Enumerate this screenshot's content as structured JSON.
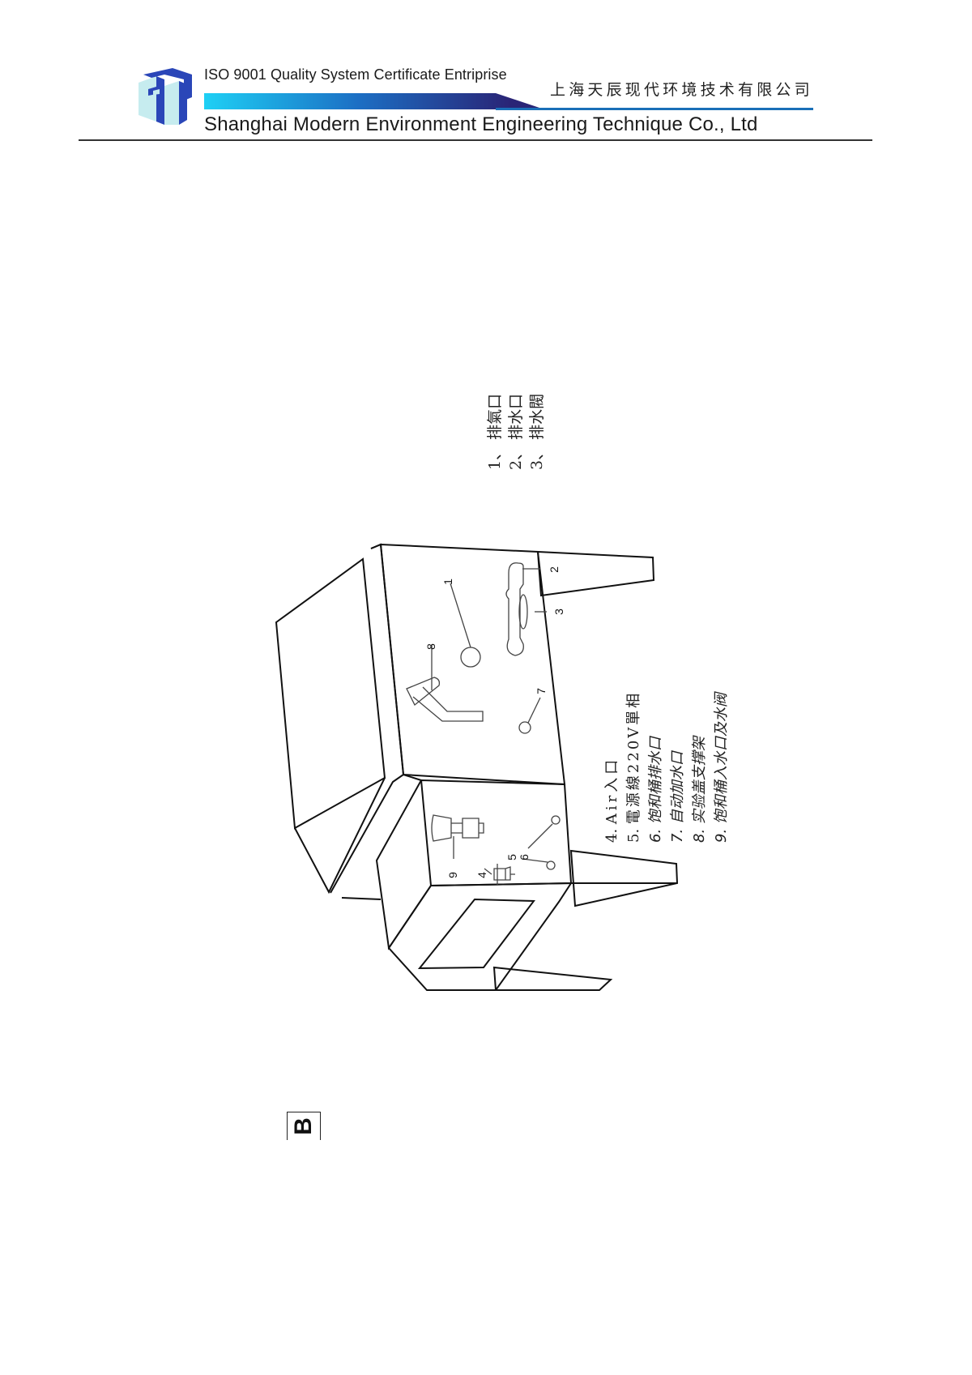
{
  "header": {
    "logo": "company-logo-icon",
    "iso_text": "ISO 9001 Quality System Certificate Entriprise",
    "company_name_cn": "上海天辰现代环境技术有限公司",
    "company_name_en": "Shanghai Modern Environment Engineering Technique Co., Ltd",
    "colors": {
      "logo_dark": "#2a46b8",
      "logo_light": "#c6ecef",
      "bar_start": "#1ed0f5",
      "bar_end": "#2a2476",
      "rule": "#333333"
    }
  },
  "legend_top": {
    "items": [
      {
        "num": "1、",
        "label": "排氣口"
      },
      {
        "num": "2、",
        "label": "排水口"
      },
      {
        "num": "3、",
        "label": "排水閥"
      }
    ]
  },
  "legend_bottom": {
    "items": [
      {
        "num": "4.",
        "label": "Air入口"
      },
      {
        "num": "5.",
        "label": "電源線220V單相"
      },
      {
        "num": "6.",
        "label": "饱和桶排水口"
      },
      {
        "num": "7.",
        "label": "自动加水口"
      },
      {
        "num": "8.",
        "label": "实验盖支撑架"
      },
      {
        "num": "9.",
        "label": "饱和桶入水口及水阀"
      }
    ]
  },
  "callouts": {
    "c1": "1",
    "c2": "2",
    "c3": "3",
    "c4": "4",
    "c5": "5",
    "c6": "6",
    "c7": "7",
    "c8": "8",
    "c9": "9"
  },
  "figure_label": "B"
}
